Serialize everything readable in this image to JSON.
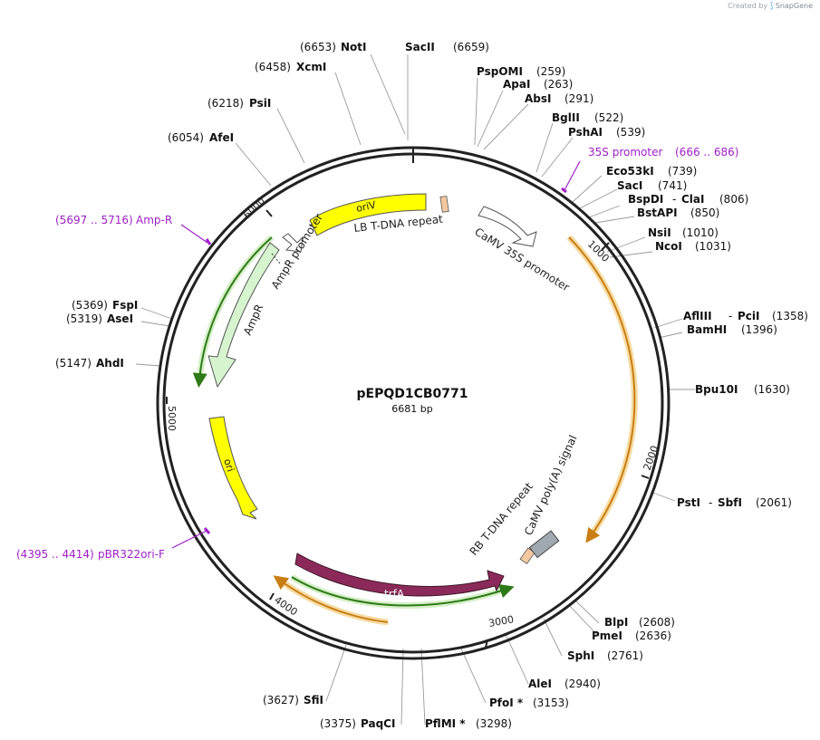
{
  "credit": {
    "prefix": "Created by",
    "brand": "SnapGene"
  },
  "plasmid": {
    "name": "pEPQD1CB0771",
    "length_label": "6681 bp",
    "length": 6681
  },
  "ticks": [
    "1000",
    "2000",
    "3000",
    "4000",
    "5000",
    "6000"
  ],
  "colors": {
    "enzyme_line": "#9a9a9a",
    "primer": "#a020c8",
    "orange_feature": "#e0a030",
    "green_feature": "#2e9a1e",
    "yellow_feature": "#ffff00",
    "trfA": "#8b2a5a",
    "polyA": "#a0a8b0",
    "t_dna_repeat": "#f5c9a0",
    "ampr": "#d6f5cf"
  },
  "enzymes": [
    {
      "name": "NotI",
      "pos": "(6653)"
    },
    {
      "name": "SacII",
      "pos": "(6659)"
    },
    {
      "name": "XcmI",
      "pos": "(6458)"
    },
    {
      "name": "PspOMI",
      "pos": "(259)"
    },
    {
      "name": "ApaI",
      "pos": "(263)"
    },
    {
      "name": "AbsI",
      "pos": "(291)"
    },
    {
      "name": "PsiI",
      "pos": "(6218)"
    },
    {
      "name": "BglII",
      "pos": "(522)"
    },
    {
      "name": "PshAI",
      "pos": "(539)"
    },
    {
      "name": "AfeI",
      "pos": "(6054)"
    },
    {
      "name": "Eco53kI",
      "pos": "(739)"
    },
    {
      "name": "SacI",
      "pos": "(741)"
    },
    {
      "name": "BspDI",
      "pos": ""
    },
    {
      "name": "ClaI",
      "pos": "(806)"
    },
    {
      "name": "BstAPI",
      "pos": "(850)"
    },
    {
      "name": "NsiI",
      "pos": "(1010)"
    },
    {
      "name": "NcoI",
      "pos": "(1031)"
    },
    {
      "name": "AflIII",
      "pos": ""
    },
    {
      "name": "PciI",
      "pos": "(1358)"
    },
    {
      "name": "BamHI",
      "pos": "(1396)"
    },
    {
      "name": "FspI",
      "pos": "(5369)"
    },
    {
      "name": "AseI",
      "pos": "(5319)"
    },
    {
      "name": "AhdI",
      "pos": "(5147)"
    },
    {
      "name": "Bpu10I",
      "pos": "(1630)"
    },
    {
      "name": "PstI",
      "pos": ""
    },
    {
      "name": "SbfI",
      "pos": "(2061)"
    },
    {
      "name": "BlpI",
      "pos": "(2608)"
    },
    {
      "name": "PmeI",
      "pos": "(2636)"
    },
    {
      "name": "SphI",
      "pos": "(2761)"
    },
    {
      "name": "AleI",
      "pos": "(2940)"
    },
    {
      "name": "PfoI *",
      "pos": "(3153)"
    },
    {
      "name": "SfiI",
      "pos": "(3627)"
    },
    {
      "name": "PaqCI",
      "pos": "(3375)"
    },
    {
      "name": "PflMI *",
      "pos": "(3298)"
    }
  ],
  "primers": [
    {
      "name": "35S promoter",
      "range": "(666 .. 686)"
    },
    {
      "name": "Amp-R",
      "range": "(5697 .. 5716)"
    },
    {
      "name": "pBR322ori-F",
      "range": "(4395 .. 4414)"
    }
  ],
  "features": [
    {
      "name": "oriV",
      "type": "rep_origin"
    },
    {
      "name": "LB T-DNA repeat",
      "type": "repeat"
    },
    {
      "name": "CaMV 35S promoter",
      "type": "promoter"
    },
    {
      "name": "AmpR promoter",
      "type": "promoter"
    },
    {
      "name": "AmpR",
      "type": "CDS"
    },
    {
      "name": "ori",
      "type": "rep_origin"
    },
    {
      "name": "trfA",
      "type": "CDS"
    },
    {
      "name": "RB T-DNA repeat",
      "type": "repeat"
    },
    {
      "name": "CaMV poly(A) signal",
      "type": "polyA_signal"
    }
  ]
}
